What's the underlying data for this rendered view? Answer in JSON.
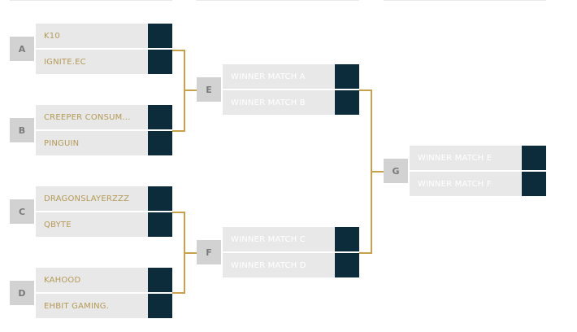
{
  "colors": {
    "slot_bg": "#e8e8e8",
    "score_bg": "#0c2b3b",
    "label_bg": "#d2d2d2",
    "label_text": "#7a7a7a",
    "team_text": "#b49a55",
    "placeholder_text": "#ffffff",
    "connector": "#c8a24a"
  },
  "matches": {
    "A": {
      "label": "A",
      "top": "K10",
      "bottom": "IGNITE.EC"
    },
    "B": {
      "label": "B",
      "top": "CREEPER CONSUM...",
      "bottom": "PINGUIN"
    },
    "C": {
      "label": "C",
      "top": "DRAGONSLAYERZZZ",
      "bottom": "QBYTE"
    },
    "D": {
      "label": "D",
      "top": "KAHOOD",
      "bottom": "EHBIT GAMING."
    },
    "E": {
      "label": "E",
      "top": "WINNER MATCH A",
      "bottom": "WINNER MATCH B"
    },
    "F": {
      "label": "F",
      "top": "WINNER MATCH C",
      "bottom": "WINNER MATCH D"
    },
    "G": {
      "label": "G",
      "top": "WINNER MATCH E",
      "bottom": "WINNER MATCH F"
    }
  },
  "scores": {
    "A": {
      "top": "",
      "bottom": ""
    },
    "B": {
      "top": "",
      "bottom": ""
    },
    "C": {
      "top": "",
      "bottom": ""
    },
    "D": {
      "top": "",
      "bottom": ""
    },
    "E": {
      "top": "",
      "bottom": ""
    },
    "F": {
      "top": "",
      "bottom": ""
    },
    "G": {
      "top": "",
      "bottom": ""
    }
  }
}
